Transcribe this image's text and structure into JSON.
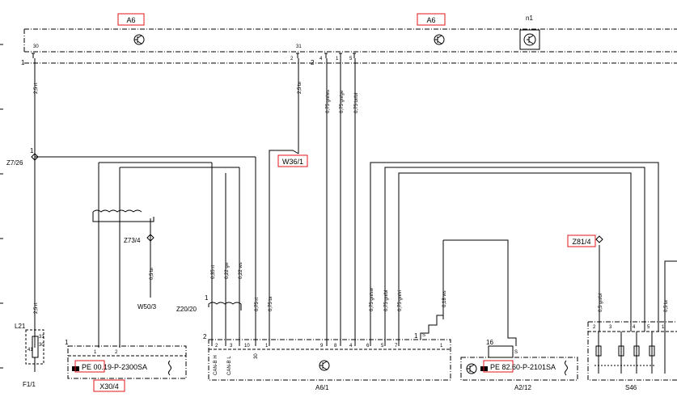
{
  "labels": {
    "a6_left": "A6",
    "a6_mid": "A6",
    "n1": "n1",
    "z7_26": "Z7/26",
    "z73_4": "Z73/4",
    "w50_3": "W50/3",
    "z20_20": "Z20/20",
    "w36_1": "W36/1",
    "z81_4": "Z81/4",
    "l21": "L21",
    "f1_1": "F1/1",
    "x30_4": "X30/4",
    "a6_1": "A6/1",
    "a2_12": "A2/12",
    "s46": "S46",
    "pe_1": "PE 00.19-P-2300SA",
    "pe_2": "PE 82.60-P-2101SA"
  },
  "wires": {
    "w1": "2,5 rt",
    "w2": "2,5 br",
    "w3": "0,75 gn/ws",
    "w4": "0,75 gn/ge",
    "w5": "0,75 br/bl",
    "w6": "2,5 rt",
    "w7": "0,5 br",
    "w8": "0,35 rt",
    "w9": "0,22 gn",
    "w10": "0,22 ws",
    "w11": "0,75 rt",
    "w12": "0,75 br",
    "w13": "0,75 gn/sw",
    "w14": "0,75 gn/bl",
    "w15": "0,75 gn/vi",
    "w16": "0,18 ws",
    "w17": "0,5 gn/bl",
    "w18": "0,5 br"
  },
  "pins": {
    "top_bar_left": "1",
    "top_bar_right": "2",
    "p30": "30",
    "p31": "31",
    "p2": "2",
    "p4": "4",
    "p1": "1",
    "p5": "5",
    "node1": "1",
    "z20_pin": "1",
    "a6_1_conn": "2",
    "a6_pins": [
      "2",
      "3",
      "10",
      "1",
      "9",
      "8",
      "4",
      "6",
      "5",
      "7",
      "1"
    ],
    "can_h": "CAN-B H",
    "can_l": "CAN-B L",
    "p30_low": "30",
    "x30_pin": "1",
    "x30_p1": "1",
    "x30_p2": "2",
    "a2_pin": "16",
    "a2_s": "S",
    "a6_s": "S",
    "s46_pins": [
      "2",
      "3",
      "4",
      "5",
      "1"
    ],
    "l21_p30": "30",
    "l21_p31": "31",
    "l21_p41": "41",
    "s46_node": "1"
  }
}
